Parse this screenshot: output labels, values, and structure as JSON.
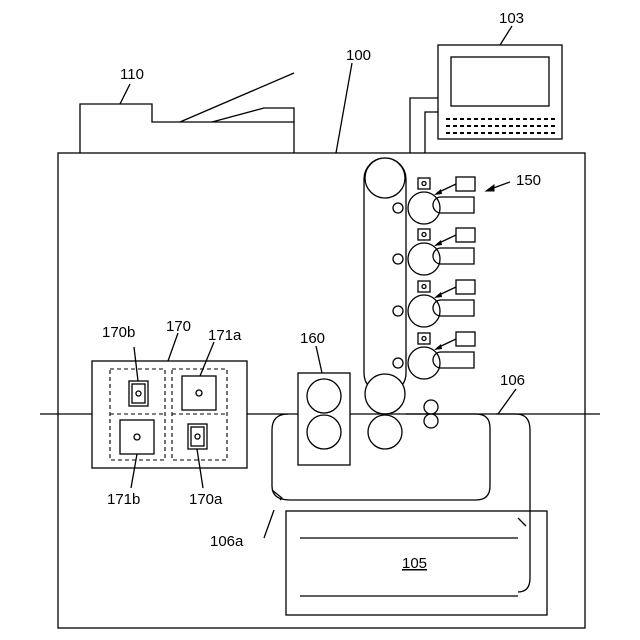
{
  "labels": {
    "apparatus": "100",
    "operation_panel": "103",
    "sheet_cassette": "105",
    "conveyance_path": "106",
    "conveyance_path_branch": "106a",
    "document_reader": "110",
    "image_forming_unit": "150",
    "fixing_unit": "160",
    "board": "170",
    "component_a": "170a",
    "component_b": "170b",
    "element_a": "171a",
    "element_b": "171b"
  }
}
